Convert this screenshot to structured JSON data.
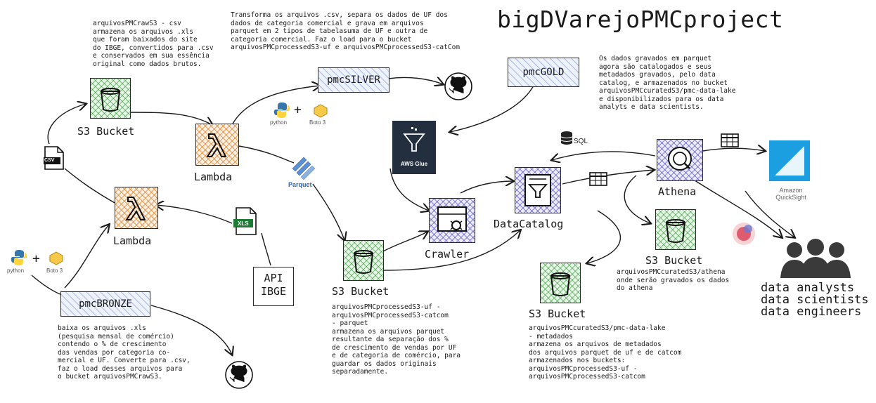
{
  "title": "bigDVarejoPMCproject",
  "notes": {
    "raw": "arquivosPMCrawS3 - csv\narmazena os arquivos .xls\nque foram baixados do site\ndo IBGE, convertidos para .csv\ne conservados em sua essência\noriginal como dados brutos.",
    "silver": "Transforma os arquivos .csv, separa os dados de UF dos\ndados de categoria comercial e grava em arquivos\nparquet em 2 tipos de tabelasuma de UF e outra de\ncategoria comercial. Faz o load para o bucket\narquivosPMCprocessedS3-uf e arquivosPMCprocessedS3-catCom",
    "gold": "Os dados gravados em parquet\nagora são catalogados e seus\nmetadados gravados, pelo data\ncatalog, e armazenados no bucket\narquivosPMCcuratedS3/pmc-data-lake\ne disponibilizados para os data\nanalyts e data scientists.",
    "bronze": "baixa os arquivos .xls\n(pesquisa mensal de comércio)\ncontendo o % de crescimento\ndas vendas por categoria co-\nmercial e UF. Converte para .csv,\nfaz o load desses arquivos para\no bucket arquivosPMCrawS3.",
    "processed": "arquivosPMCprocessedS3-uf -\narquivosPMCprocessedS3-catcom\n- parquet\narmazena os arquivos parquet\nresultante da separação dos %\nde crescimento de vendas por UF\ne de categoria de comércio, para\nguardar os dados originais\nseparadamente.",
    "curated": "arquivosPMCcuratedS3/pmc-data-lake\n- metadados\narmazena os arquivos de metadados\ndos arquivos parquet de uf e de catcom\narmazenados nos buckets:\narquivosPMCprocessedS3-uf -\narquivosPMCprocessedS3-catcom",
    "athena_bucket": "arquivosPMCcuratedS3/athena\nonde serão gravados os dados\ndo athena"
  },
  "labels": {
    "s3_raw": "S3 Bucket",
    "lambda_silver": "Lambda",
    "lambda_bronze": "Lambda",
    "s3_processed": "S3 Bucket",
    "crawler": "Crawler",
    "datacatalog": "DataCatalog",
    "athena": "Athena",
    "s3_athena": "S3 Bucket",
    "s3_curated": "S3 Bucket",
    "api": "API\nIBGE",
    "users": "data analysts\ndata scientists\ndata engineers"
  },
  "stages": {
    "silver": "pmcSILVER",
    "gold": "pmcGOLD",
    "bronze": "pmcBRONZE"
  },
  "icons": {
    "csv": "CSV",
    "xls": "XLS",
    "parquet": "Parquet",
    "sql": "SQL",
    "python": "python",
    "boto": "Boto 3",
    "glue": "AWS Glue",
    "quicksight": "Amazon\nQuickSight"
  },
  "colors": {
    "s3": "#2e8b2e",
    "lambda": "#e07a1e",
    "catalog": "#463cbe",
    "glue": "#232f3e",
    "quicksight": "#1b9fe0"
  }
}
